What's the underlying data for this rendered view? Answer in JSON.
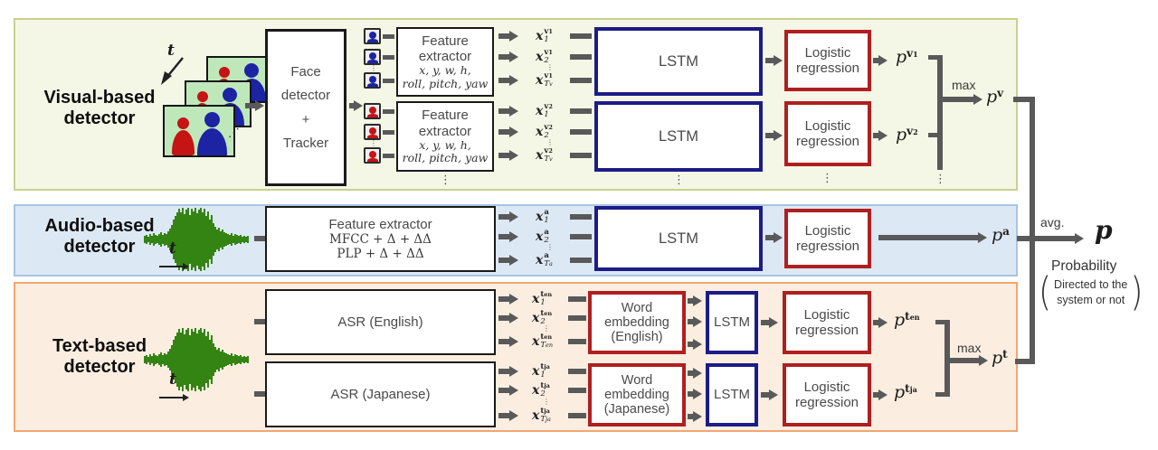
{
  "sym": {
    "x": "x",
    "p": "p",
    "t": "t"
  },
  "dots": {
    "v": "⋮",
    "d": "⋰"
  },
  "theme": {
    "visual_panel_bg": "#f5f7e6",
    "visual_panel_border": "#c9d18f",
    "audio_panel_bg": "#dde8f5",
    "audio_panel_border": "#a9c4e2",
    "text_panel_bg": "#fbeee0",
    "text_panel_border": "#f1a672",
    "lstm_border": "#1c1c87",
    "logistic_border": "#b01f1f",
    "black_box_border": "#1a1a1a",
    "arrow_gray": "#595959",
    "waveform_green": "#348413",
    "person_blue": "#1c24a3",
    "person_red": "#c41414"
  },
  "visual": {
    "title_lines": [
      "Visual-based",
      "detector"
    ],
    "face_detector_lines": [
      "Face",
      "detector",
      "+",
      "Tracker"
    ],
    "feature_extractor": {
      "line1": "Feature",
      "line2": "extractor",
      "math1": "x, y, w, h,",
      "math2": "roll, pitch, yaw"
    },
    "lstm_label": "LSTM",
    "logistic_lines": [
      "Logistic",
      "regression"
    ],
    "max_label": "max",
    "seq1": {
      "sup": {
        "b": "v",
        "i": "1"
      },
      "rows": [
        {
          "b": "1",
          "i": ""
        },
        {
          "b": "2",
          "i": ""
        },
        {
          "b": "T",
          "i": "v"
        }
      ]
    },
    "seq2": {
      "sup": {
        "b": "v",
        "i": "2"
      },
      "rows": [
        {
          "b": "1",
          "i": ""
        },
        {
          "b": "2",
          "i": ""
        },
        {
          "b": "T",
          "i": "v"
        }
      ]
    },
    "out1": {
      "b": "v",
      "i": "1"
    },
    "out2": {
      "b": "v",
      "i": "2"
    },
    "out": {
      "b": "v",
      "i": ""
    }
  },
  "audio": {
    "title_lines": [
      "Audio-based",
      "detector"
    ],
    "feature_extractor": {
      "line1": "Feature extractor",
      "math1": "MFCC + Δ + ΔΔ",
      "math2": "PLP + Δ + ΔΔ"
    },
    "lstm_label": "LSTM",
    "logistic_lines": [
      "Logistic",
      "regression"
    ],
    "seq": {
      "sup": {
        "b": "a",
        "i": ""
      },
      "rows": [
        {
          "b": "1",
          "i": ""
        },
        {
          "b": "2",
          "i": ""
        },
        {
          "b": "T",
          "i": "a"
        }
      ]
    },
    "out": {
      "b": "a",
      "i": ""
    }
  },
  "text": {
    "title_lines": [
      "Text-based",
      "detector"
    ],
    "asr_en_label": "ASR (English)",
    "asr_ja_label": "ASR (Japanese)",
    "we_en_lines": [
      "Word",
      "embedding",
      "(English)"
    ],
    "we_ja_lines": [
      "Word",
      "embedding",
      "(Japanese)"
    ],
    "lstm_label": "LSTM",
    "logistic_lines": [
      "Logistic",
      "regression"
    ],
    "max_label": "max",
    "seq_en": {
      "sup": {
        "b": "t",
        "i": "en"
      },
      "rows": [
        {
          "b": "1",
          "i": ""
        },
        {
          "b": "2",
          "i": ""
        },
        {
          "b": "T",
          "i": "en"
        }
      ]
    },
    "seq_ja": {
      "sup": {
        "b": "t",
        "i": "ja"
      },
      "rows": [
        {
          "b": "1",
          "i": ""
        },
        {
          "b": "2",
          "i": ""
        },
        {
          "b": "T",
          "i": "ja"
        }
      ]
    },
    "out_en": {
      "b": "t",
      "i": "en"
    },
    "out_ja": {
      "b": "t",
      "i": "ja"
    },
    "out": {
      "b": "t",
      "i": ""
    }
  },
  "fusion": {
    "avg_label": "avg.",
    "output_symbol": "p",
    "caption": "Probability",
    "paren_line1": "Directed to the",
    "paren_line2": "system or not"
  }
}
